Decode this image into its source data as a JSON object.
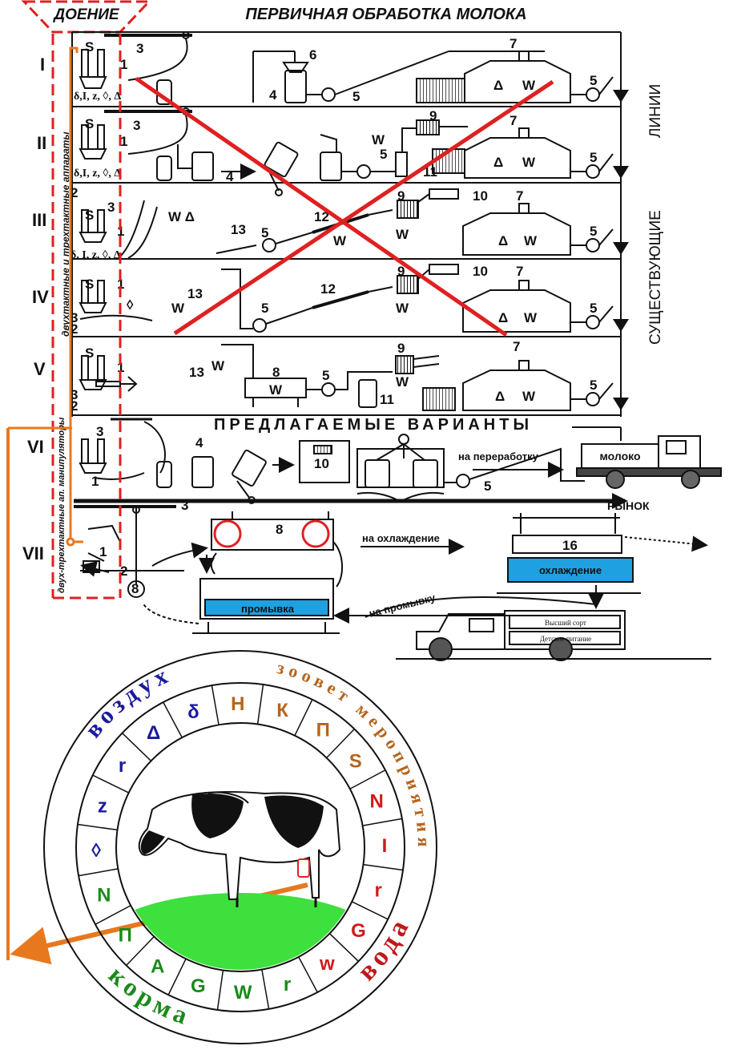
{
  "header": {
    "milking_title": "ДОЕНИЕ",
    "main_title": "ПЕРВИЧНАЯ ОБРАБОТКА МОЛОКА"
  },
  "side_labels": {
    "vertical_top": "двухтактные и трехтактные аппараты",
    "vertical_bottom": "двух-трехтактные ап. манипуляторы",
    "existing": "СУЩЕСТВУЮЩИЕ",
    "lines": "ЛИНИИ"
  },
  "rows": [
    {
      "roman": "I",
      "labels": [
        "S",
        "1",
        "3",
        "4",
        "5",
        "6",
        "7",
        "5",
        "Δ",
        "W"
      ],
      "params": "δ,I, z, ◊, Δ"
    },
    {
      "roman": "II",
      "labels": [
        "S",
        "1",
        "3",
        "4",
        "5",
        "7",
        "9",
        "11",
        "5",
        "W",
        "Δ",
        "W",
        "2"
      ],
      "params": "δ,I, z, ◊, Δ"
    },
    {
      "roman": "III",
      "labels": [
        "S",
        "3",
        "1",
        "W Δ",
        "13",
        "5",
        "12",
        "W",
        "9",
        "10",
        "7",
        "W",
        "Δ",
        "W",
        "5"
      ],
      "params": "δ, I, z, ◊, Δ"
    },
    {
      "roman": "IV",
      "labels": [
        "S",
        "1",
        "◊",
        "W",
        "13",
        "5",
        "12",
        "9",
        "10",
        "7",
        "W",
        "Δ",
        "W",
        "5",
        "3",
        "2"
      ]
    },
    {
      "roman": "V",
      "labels": [
        "S",
        "1",
        "13",
        "W",
        "8",
        "W",
        "5",
        "9",
        "W",
        "11",
        "7",
        "Δ",
        "W",
        "5",
        "3",
        "2"
      ]
    }
  ],
  "proposed": {
    "title": "ПРЕДЛАГАЕМЫЕ ВАРИАНТЫ",
    "row6": {
      "roman": "VI",
      "labels": [
        "3",
        "1",
        "4",
        "10",
        "5"
      ],
      "to_processing": "на переработку",
      "truck_label": "молоко"
    },
    "row7": {
      "roman": "VII",
      "labels": [
        "3",
        "1",
        "2",
        "8",
        "8",
        "16"
      ],
      "market": "РЫНОК",
      "to_cooling": "на охлаждение",
      "to_washing": "на промывку",
      "washing": "промывка",
      "cooling": "охлаждение",
      "tank_top": "Высший сорт",
      "tank_bottom": "Детское питание"
    }
  },
  "wheel": {
    "arc_air": "воздух",
    "arc_vet": "зоовет мероприятия",
    "arc_water": "вода",
    "arc_feed": "корма",
    "inner_segments": [
      {
        "text": "Н",
        "color": "#b5651d"
      },
      {
        "text": "К",
        "color": "#b5651d"
      },
      {
        "text": "П",
        "color": "#b5651d"
      },
      {
        "text": "S",
        "color": "#b5651d"
      },
      {
        "text": "N",
        "color": "#d11a1a"
      },
      {
        "text": "I",
        "color": "#d11a1a"
      },
      {
        "text": "r",
        "color": "#d11a1a"
      },
      {
        "text": "G",
        "color": "#d11a1a"
      },
      {
        "text": "w",
        "color": "#d11a1a"
      },
      {
        "text": "r",
        "color": "#1a8a1a"
      },
      {
        "text": "W",
        "color": "#1a8a1a"
      },
      {
        "text": "G",
        "color": "#1a8a1a"
      },
      {
        "text": "A",
        "color": "#1a8a1a"
      },
      {
        "text": "П",
        "color": "#1a8a1a"
      },
      {
        "text": "N",
        "color": "#1a8a1a"
      },
      {
        "text": "◊",
        "color": "#1a1aa0"
      },
      {
        "text": "z",
        "color": "#1a1aa0"
      },
      {
        "text": "r",
        "color": "#1a1aa0"
      },
      {
        "text": "Δ",
        "color": "#1a1aa0"
      },
      {
        "text": "δ",
        "color": "#1a1aa0"
      }
    ]
  },
  "colors": {
    "red": "#e02020",
    "orange": "#e8781e",
    "blue": "#1fa0e0",
    "grass": "#3ee03e",
    "air": "#1a1aa0",
    "vet": "#b5651d",
    "water": "#c0181a",
    "feed": "#1a8a1a"
  }
}
